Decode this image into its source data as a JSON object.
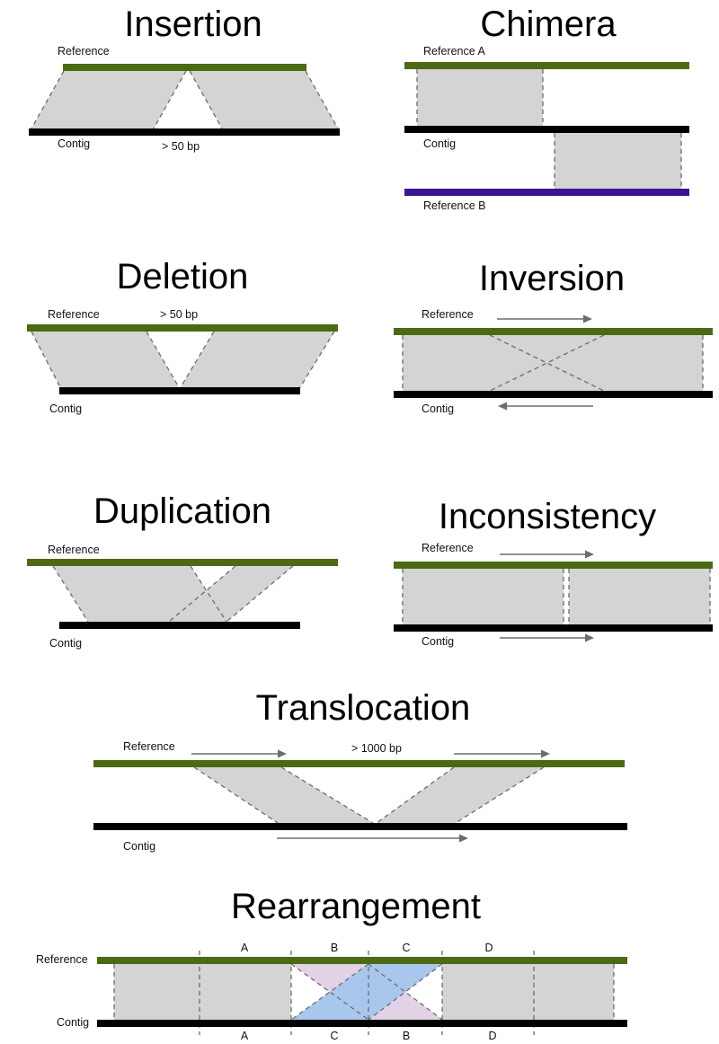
{
  "colors": {
    "reference": "#4c6a13",
    "contig": "#000000",
    "reference_b": "#3a1493",
    "alignment": "#d4d4d4",
    "segment_b": "#e3d2e6",
    "segment_c": "#a9c6ec"
  },
  "insertion": {
    "title": "Insertion",
    "reference_label": "Reference",
    "contig_label": "Contig",
    "size_label": "> 50 bp"
  },
  "chimera": {
    "title": "Chimera",
    "reference_a_label": "Reference A",
    "contig_label": "Contig",
    "reference_b_label": "Reference B"
  },
  "deletion": {
    "title": "Deletion",
    "reference_label": "Reference",
    "contig_label": "Contig",
    "size_label": "> 50 bp"
  },
  "inversion": {
    "title": "Inversion",
    "reference_label": "Reference",
    "contig_label": "Contig"
  },
  "duplication": {
    "title": "Duplication",
    "reference_label": "Reference",
    "contig_label": "Contig"
  },
  "inconsistency": {
    "title": "Inconsistency",
    "reference_label": "Reference",
    "contig_label": "Contig"
  },
  "translocation": {
    "title": "Translocation",
    "reference_label": "Reference",
    "contig_label": "Contig",
    "size_label": "> 1000 bp"
  },
  "rearrangement": {
    "title": "Rearrangement",
    "reference_label": "Reference",
    "contig_label": "Contig",
    "reference_segments": [
      "A",
      "B",
      "C",
      "D"
    ],
    "contig_segments": [
      "A",
      "C",
      "B",
      "D"
    ]
  }
}
